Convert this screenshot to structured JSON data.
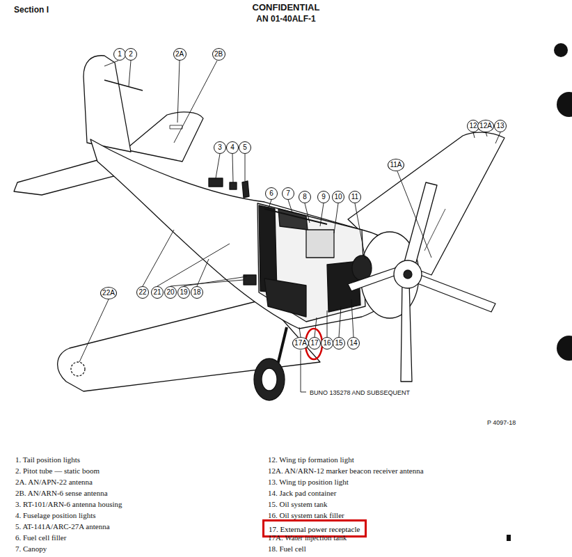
{
  "diagram": {
    "nodes": [
      {
        "text": [
          "1"
        ]
      },
      {
        "text": [
          "2"
        ]
      },
      {
        "text": [
          "2A"
        ]
      },
      {
        "text": [
          "2B"
        ]
      },
      {
        "text": [
          "3"
        ]
      },
      {
        "text": [
          "4"
        ]
      },
      {
        "text": [
          "5"
        ]
      },
      {
        "text": [
          "6"
        ]
      },
      {
        "text": [
          "7"
        ]
      },
      {
        "text": [
          "8"
        ]
      },
      {
        "text": [
          "9"
        ]
      },
      {
        "text": [
          "10"
        ]
      },
      {
        "text": [
          "11"
        ]
      },
      {
        "text": [
          "11A"
        ]
      },
      {
        "text": [
          "12"
        ]
      },
      {
        "text": [
          "12A"
        ]
      },
      {
        "text": [
          "13"
        ]
      },
      {
        "text": [
          "14"
        ]
      },
      {
        "text": [
          "15"
        ]
      },
      {
        "text": [
          "16"
        ]
      },
      {
        "text": [
          "17"
        ]
      },
      {
        "text": [
          "17A"
        ]
      },
      {
        "text": [
          "18"
        ]
      },
      {
        "text": [
          "19"
        ]
      },
      {
        "text": [
          "20"
        ]
      },
      {
        "text": [
          "21"
        ]
      },
      {
        "text": [
          "22"
        ]
      },
      {
        "text": [
          "22A"
        ]
      },
      {
        "text": [
          "17. External power receptacle"
        ]
      }
    ],
    "labels": [
      "Section I",
      "CONFIDENTIAL",
      "AN 01-40ALF-1",
      "BUNO 135278 AND SUBSEQUENT",
      "P 4097-18",
      "1. Tail position lights",
      "2. Pitot tube — static boom",
      "2A. AN/APN-22 antenna",
      "2B. AN/ARN-6 sense antenna",
      "3. RT-101/ARN-6 antenna housing",
      "4. Fuselage position lights",
      "5. AT-141A/ARC-27A antenna",
      "6. Fuel cell filler",
      "7. Canopy",
      "12. Wing tip formation light",
      "12A. AN/ARN-12 marker beacon receiver antenna",
      "13. Wing tip position light",
      "14. Jack pad container",
      "15. Oil system tank",
      "16. Oil system tank filler",
      "17A. Water injection tank",
      "18. Fuel cell"
    ]
  }
}
